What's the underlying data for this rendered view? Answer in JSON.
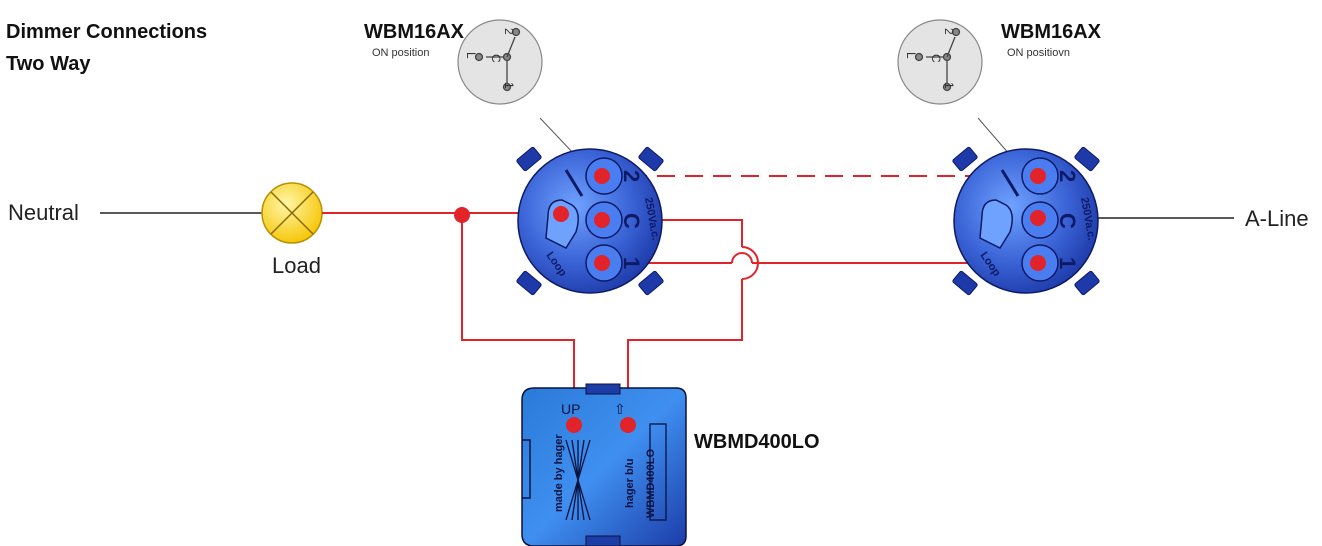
{
  "header": {
    "title_line1": "Dimmer Connections",
    "title_line2": "Two Way"
  },
  "labels": {
    "neutral": "Neutral",
    "load": "Load",
    "a_line": "A-Line"
  },
  "switch_left": {
    "model": "WBM16AX",
    "position_note": "ON position",
    "terminals": [
      "2",
      "C",
      "1",
      "L"
    ]
  },
  "switch_right": {
    "model": "WBM16AX",
    "position_note": "ON positiovn",
    "terminals": [
      "2",
      "C",
      "1",
      "L"
    ]
  },
  "module_left": {
    "terminals": [
      "2",
      "C",
      "1"
    ],
    "rating": "250Va.c.",
    "loop": "Loop"
  },
  "module_right": {
    "terminals": [
      "2",
      "C",
      "1"
    ],
    "rating": "250Va.c.",
    "loop": "Loop"
  },
  "dimmer": {
    "model_label": "WBMD400LO",
    "up_mark": "UP",
    "arrow": "⇧",
    "brand_text": "made by hager",
    "brand_line": "hager b/u",
    "plate_text": "WBMD400LO"
  },
  "colors": {
    "wire": "#e2232a",
    "module_blue": "#3a63d6",
    "module_dark": "#1e3aa8",
    "lamp": "#f5c400",
    "switch_grey": "#e4e4e4"
  }
}
